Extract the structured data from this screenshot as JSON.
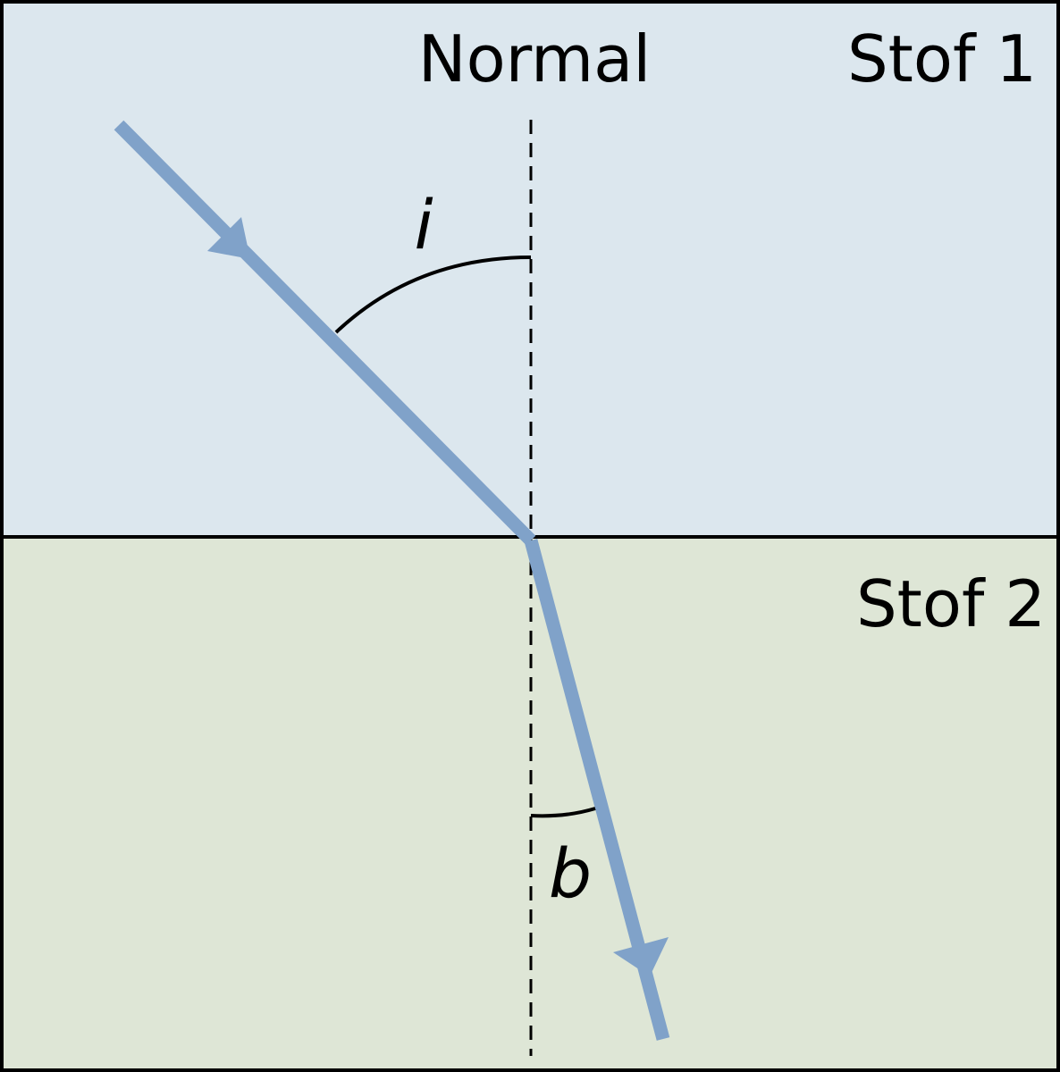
{
  "labels": {
    "normal": "Normal",
    "medium_1": "Stof 1",
    "medium_2": "Stof 2",
    "angle_incidence": "i",
    "angle_refraction": "b"
  },
  "colors": {
    "medium_1_fill": "#dce7ee",
    "medium_2_fill": "#dee6d6",
    "ray": "#80a2c9",
    "lines": "#000000"
  }
}
